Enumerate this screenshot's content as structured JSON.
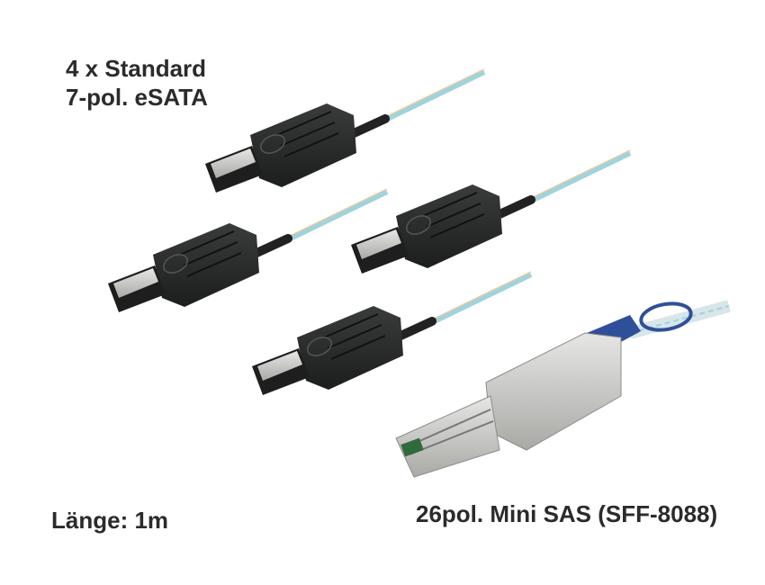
{
  "labels": {
    "esata_line1": "4 x Standard",
    "esata_line2": "7-pol. eSATA",
    "length": "Länge: 1m",
    "minisas": "26pol. Mini SAS (SFF-8088)"
  },
  "connectors": [
    {
      "type": "esata",
      "position": "top"
    },
    {
      "type": "esata",
      "position": "left"
    },
    {
      "type": "esata",
      "position": "right"
    },
    {
      "type": "esata",
      "position": "bottom"
    },
    {
      "type": "mini-sas",
      "position": "bottom-right"
    }
  ],
  "colors": {
    "background": "#ffffff",
    "text": "#2b2b2b",
    "connector_body": "#2a2c2c",
    "cable_sheath": "#9fd3dd",
    "pull_tab": "#2f4f9a",
    "metal": "#c9c9c7"
  }
}
